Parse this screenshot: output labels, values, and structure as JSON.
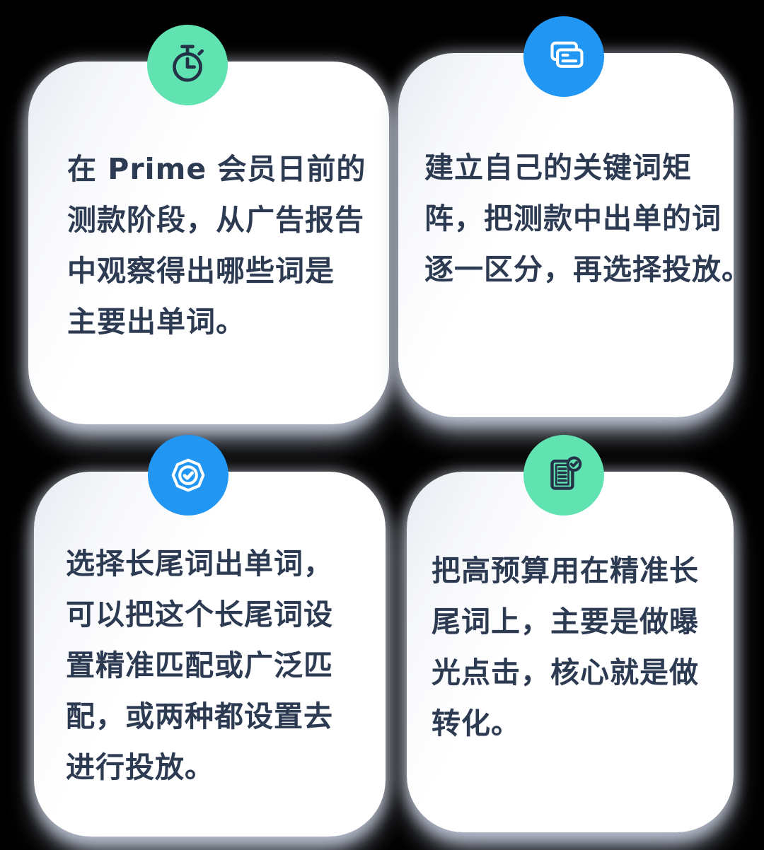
{
  "page": {
    "background_color": "#000000",
    "description_text_color": "#2C3A52"
  },
  "colors": {
    "green": "#61E3B1",
    "blue": "#2196F3",
    "navy": "#233247",
    "white": "#FFFFFF"
  },
  "cards": [
    {
      "id": "prime-testing-observation",
      "icon": "stopwatch-icon",
      "icon_bg": "green",
      "icon_fg": "navy",
      "lines": [
        "在 Prime 会员日前的",
        "测款阶段，从广告报告",
        "中观察得出哪些词是",
        "主要出单词。"
      ]
    },
    {
      "id": "keyword-matrix",
      "icon": "overlapping-cards-icon",
      "icon_bg": "blue",
      "icon_fg": "white",
      "lines": [
        "建立自己的关键词矩",
        "阵，把测款中出单的词",
        "逐一区分，再选择投放。"
      ]
    },
    {
      "id": "longtail-word-match",
      "icon": "badge-check-icon",
      "icon_bg": "blue",
      "icon_fg": "white",
      "lines": [
        "选择长尾词出单词，",
        "可以把这个长尾词设",
        "置精准匹配或广泛匹",
        "配，或两种都设置去",
        "进行投放。"
      ]
    },
    {
      "id": "high-budget-conversion",
      "icon": "document-check-icon",
      "icon_bg": "green",
      "icon_fg": "navy",
      "lines": [
        "把高预算用在精准长",
        "尾词上，主要是做曝",
        "光点击，核心就是做",
        "转化。"
      ]
    }
  ]
}
